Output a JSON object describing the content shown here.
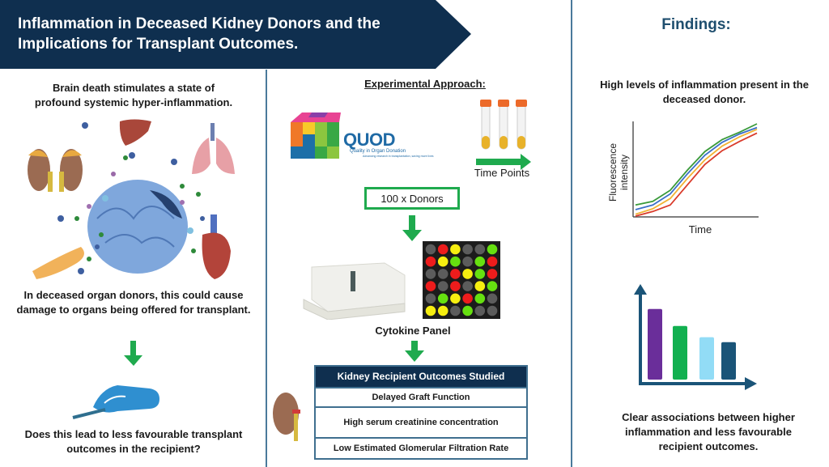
{
  "header": {
    "title": "Inflammation in Deceased Kidney Donors and the Implications for Transplant Outcomes.",
    "banner_color": "#0f2f4f"
  },
  "left_panel": {
    "intro": "Brain death stimulates a state of profound systemic hyper-inflammation.",
    "illustration_icons": [
      "brain-icon",
      "kidneys-icon",
      "liver-icon",
      "lungs-icon",
      "heart-icon",
      "pancreas-icon",
      "cytokine-dots"
    ],
    "damage_text": "In deceased organ donors, this could cause damage to organs being offered for transplant.",
    "question": "Does this lead to less favourable transplant outcomes in the recipient?",
    "hand_icon": "surgeon-hand-scalpel-icon"
  },
  "middle_panel": {
    "title": "Experimental Approach",
    "title_suffix": ":",
    "logo": {
      "name": "QUOD",
      "subtitle": "Quality in Organ Donation",
      "tagline": "Advancing research in transplantation, saving more lives"
    },
    "time_points_label": "Time Points",
    "donors_label": "100 x Donors",
    "cytokine_label": "Cytokine Panel",
    "cytokine_grid": [
      [
        "gray",
        "red",
        "yellow",
        "gray",
        "gray",
        "green"
      ],
      [
        "red",
        "yellow",
        "green",
        "gray",
        "green",
        "red"
      ],
      [
        "gray",
        "gray",
        "red",
        "yellow",
        "green",
        "red"
      ],
      [
        "red",
        "gray",
        "red",
        "gray",
        "yellow",
        "green"
      ],
      [
        "gray",
        "green",
        "yellow",
        "red",
        "green",
        "gray"
      ],
      [
        "yellow",
        "yellow",
        "gray",
        "green",
        "gray",
        "gray"
      ]
    ],
    "grid_colors": {
      "gray": "#5c5c5c",
      "red": "#ee1c1c",
      "yellow": "#f6ee10",
      "green": "#66e010"
    },
    "outcomes": {
      "header": "Kidney Recipient Outcomes Studied",
      "rows": [
        "Delayed Graft Function",
        "High serum creatinine concentration",
        "Low Estimated Glomerular Filtration Rate"
      ]
    },
    "accent_green": "#1faa4e"
  },
  "right_panel": {
    "title": "Findings:",
    "finding_1": "High levels of inflammation present in the deceased donor.",
    "finding_2": "Clear associations between higher inflammation and less favourable recipient outcomes."
  },
  "chart_data": [
    {
      "type": "line",
      "title": "",
      "xlabel": "Time",
      "ylabel": "Fluorescence intensity",
      "x": [
        0,
        1,
        2,
        3,
        4,
        5,
        6,
        7
      ],
      "series": [
        {
          "name": "green",
          "color": "#3a9a3a",
          "values": [
            12,
            16,
            28,
            50,
            70,
            83,
            91,
            100
          ]
        },
        {
          "name": "blue",
          "color": "#3a6fc8",
          "values": [
            7,
            12,
            24,
            46,
            66,
            80,
            89,
            96
          ]
        },
        {
          "name": "orange",
          "color": "#f2b233",
          "values": [
            2,
            8,
            19,
            41,
            61,
            76,
            86,
            94
          ]
        },
        {
          "name": "red",
          "color": "#d93a2a",
          "values": [
            0,
            5,
            12,
            34,
            56,
            71,
            81,
            90
          ]
        }
      ],
      "ylim": [
        0,
        100
      ],
      "grid": false,
      "legend": "none"
    },
    {
      "type": "bar",
      "title": "",
      "xlabel": "",
      "ylabel": "",
      "categories": [
        "1",
        "2",
        "3",
        "4"
      ],
      "values": [
        100,
        76,
        60,
        53
      ],
      "colors": [
        "#6a2e9a",
        "#12b050",
        "#92dcf6",
        "#1a5478"
      ],
      "ylim": [
        0,
        125
      ],
      "grid": false,
      "legend": "none"
    }
  ]
}
